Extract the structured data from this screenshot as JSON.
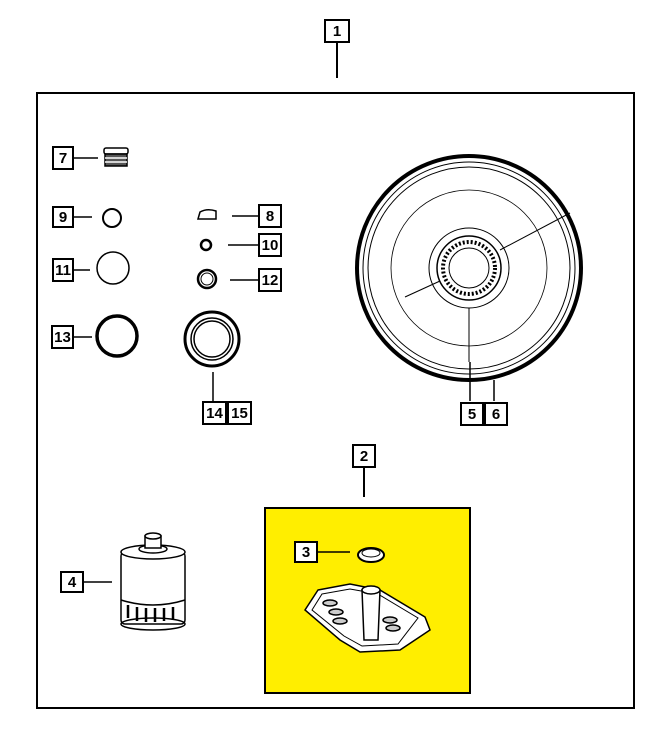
{
  "diagram": {
    "title_callout": "1",
    "kit_callout": "2",
    "highlight_color": "#FFEE00",
    "callouts": {
      "c3": "3",
      "c4": "4",
      "c5": "5",
      "c6": "6",
      "c7": "7",
      "c8": "8",
      "c9": "9",
      "c10": "10",
      "c11": "11",
      "c12": "12",
      "c13": "13",
      "c14": "14",
      "c15": "15"
    }
  }
}
